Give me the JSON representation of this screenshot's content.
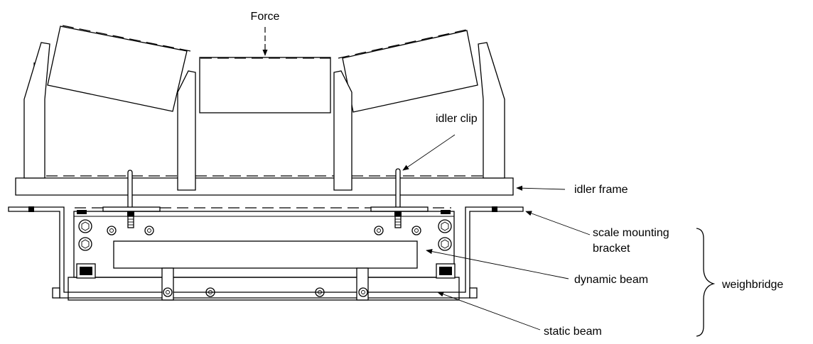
{
  "labels": {
    "force": "Force",
    "idler_clip": "idler clip",
    "idler_frame": "idler frame",
    "scale_mounting_bracket_line1": "scale mounting",
    "scale_mounting_bracket_line2": "bracket",
    "dynamic_beam": "dynamic beam",
    "static_beam": "static beam",
    "weighbridge": "weighbridge"
  }
}
